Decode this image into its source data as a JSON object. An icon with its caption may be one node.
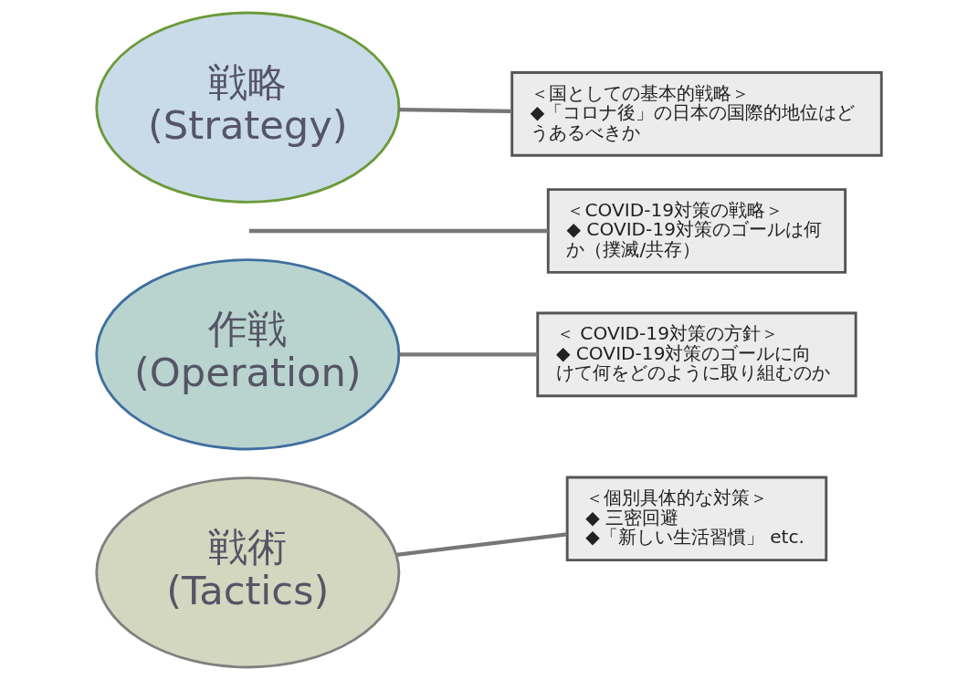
{
  "diagram": {
    "nodes": [
      {
        "text": [
          "戦略",
          "(Strategy)"
        ]
      },
      {
        "text": [
          "作戦",
          "(Operation)"
        ]
      },
      {
        "text": [
          "戦術",
          "(Tactics)"
        ]
      },
      {
        "text": [
          "＜国としての基本的戦略＞",
          "◆「コロナ後」の日本の国際的地位はどうあるべきか"
        ]
      },
      {
        "text": [
          "＜COVID-19対策の戦略＞",
          "◆ COVID-19対策のゴールは何か（撲滅/共存）"
        ]
      },
      {
        "text": [
          "＜ COVID-19対策の方針＞",
          "◆ COVID-19対策のゴールに向けて何をどのように取り組むのか"
        ]
      },
      {
        "text": [
          "＜個別具体的な対策＞",
          "◆ 三密回避",
          "◆「新しい生活習慣」 etc."
        ]
      }
    ],
    "edges": [
      {
        "from": 3,
        "to": 0,
        "arrow": "none"
      },
      {
        "from": 4,
        "to": null,
        "arrow": "none"
      },
      {
        "from": 5,
        "to": 1,
        "arrow": "none"
      },
      {
        "from": 6,
        "to": 2,
        "arrow": "none"
      }
    ]
  }
}
